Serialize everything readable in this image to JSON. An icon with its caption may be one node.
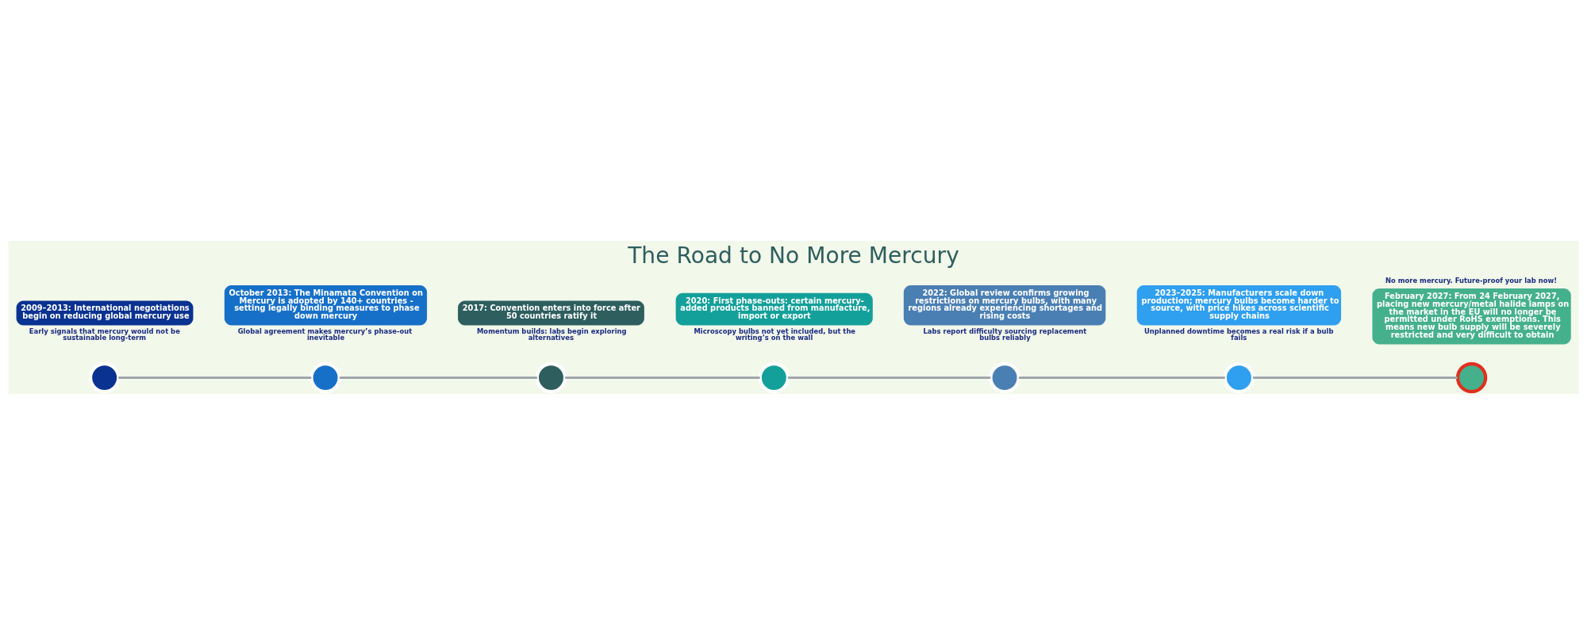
{
  "diagram": {
    "title": "The Road to No More Mercury",
    "nodes": [
      {
        "text": [],
        "shape": "circle"
      },
      {
        "text": [],
        "shape": "circle"
      },
      {
        "text": [],
        "shape": "circle"
      },
      {
        "text": [],
        "shape": "circle"
      },
      {
        "text": [],
        "shape": "circle"
      },
      {
        "text": [],
        "shape": "circle"
      },
      {
        "text": [],
        "shape": "circle"
      },
      {
        "text": [
          "2009–2013: International negotiations begin on reducing global mercury use"
        ],
        "beside": [
          "Early signals that mercury would not be sustainable long-term"
        ]
      },
      {
        "text": [
          "October 2013: The Minamata Convention on Mercury is adopted by 140+ countries - setting legally binding measures to phase down mercury"
        ],
        "beside": [
          "Global agreement makes mercury’s phase-out inevitable"
        ]
      },
      {
        "text": [
          "2017: Convention enters into force after 50 countries ratify it"
        ],
        "beside": [
          "Momentum builds: labs begin exploring alternatives"
        ]
      },
      {
        "text": [
          "2020: First phase-outs: certain mercury-added products banned from manufacture, import or export"
        ],
        "beside": [
          "Microscopy bulbs not yet included, but the writing’s on the wall"
        ]
      },
      {
        "text": [
          "2022: Global review confirms growing restrictions on mercury bulbs, with many regions already experiencing shortages and rising costs"
        ],
        "beside": [
          "Labs report difficulty sourcing replacement bulbs reliably"
        ]
      },
      {
        "text": [
          "2023–2025: Manufacturers scale down production; mercury bulbs become harder to source, with price hikes across scientific supply chains"
        ],
        "beside": [
          "Unplanned downtime becomes a real risk if a bulb fails"
        ]
      },
      {
        "text": [
          "February 2027: From 24 February 2027, placing new mercury/metal halide lamps on the market in the EU will no longer be permitted under RoHS exemptions. This means new bulb supply will be severely restricted and very difficult to obtain"
        ],
        "beside": [
          "No more mercury. Future-proof your lab now!"
        ]
      }
    ],
    "edges": [
      {
        "from": 0,
        "to": 1,
        "arrow": "none"
      },
      {
        "from": 1,
        "to": 2,
        "arrow": "none"
      },
      {
        "from": 2,
        "to": 3,
        "arrow": "none"
      },
      {
        "from": 3,
        "to": 4,
        "arrow": "none"
      },
      {
        "from": 4,
        "to": 5,
        "arrow": "none"
      },
      {
        "from": 5,
        "to": 6,
        "arrow": "none"
      }
    ]
  }
}
